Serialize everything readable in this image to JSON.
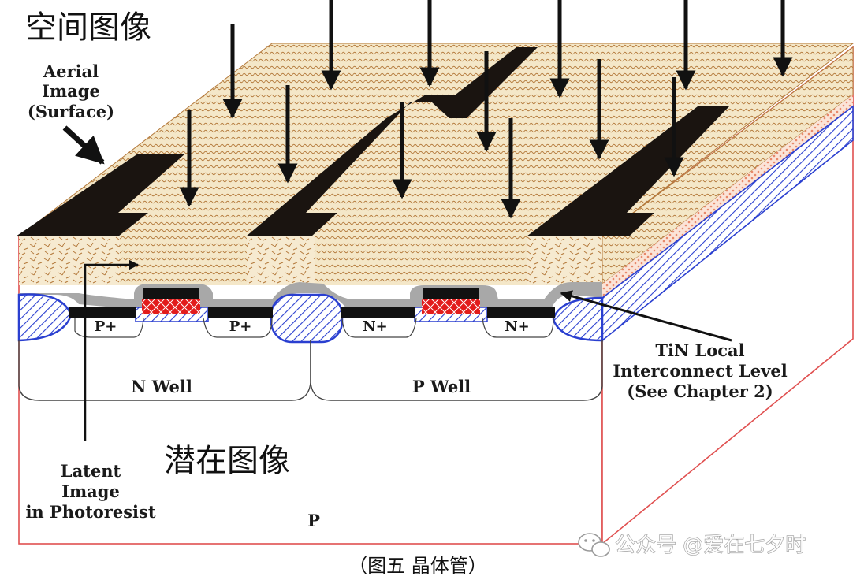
{
  "title_top": "空间图像",
  "title_bottom": "潜在图像",
  "labels": {
    "aerial": [
      "Aerial",
      "Image",
      "(Surface)"
    ],
    "latent": [
      "Latent",
      "Image",
      "in Photoresist"
    ],
    "tin": [
      "TiN Local",
      "Interconnect Level",
      "(See Chapter 2)"
    ],
    "n_well": "N Well",
    "p_well": "P Well",
    "substrate": "P",
    "p_plus": "P+",
    "n_plus": "N+"
  },
  "caption": "（图五   晶体管）",
  "watermark": "公众号 @爱在七夕时",
  "colors": {
    "resist": "#f4e7c8",
    "resist_texture": "#b47a3c",
    "mask": "#1a1410",
    "oxide_blue": "#2a3fd0",
    "gate_red": "#e21b1b",
    "substrate_edge": "#e05050",
    "gray_layer": "#a8a8a8"
  },
  "icons": [
    "wechat-logo-icon"
  ]
}
